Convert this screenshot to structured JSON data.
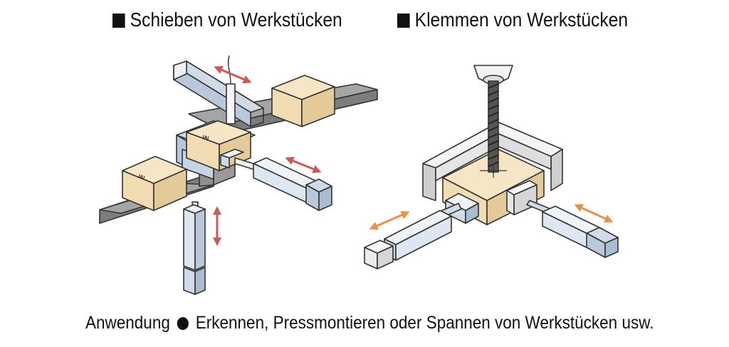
{
  "headings": {
    "left": "Schieben von Werkstücken",
    "right": "Klemmen von Werkstücken"
  },
  "footer": {
    "label": "Anwendung",
    "text": "Erkennen, Pressmontieren oder Spannen von Werkstücken usw."
  },
  "box_logo": "IAI",
  "colors": {
    "box_face": "#f2dcb4",
    "actuator": "#dde7f1",
    "conveyor": "#a2a2a2",
    "arrow_left": "#c85a5a",
    "arrow_right": "#e9914a"
  }
}
